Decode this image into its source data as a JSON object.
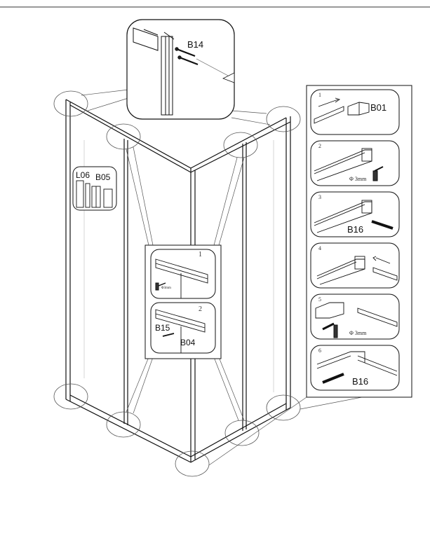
{
  "diagram": {
    "top_detail": {
      "part": "B14"
    },
    "left_detail": {
      "parts": [
        "L06",
        "B05"
      ]
    },
    "center_detail": {
      "steps": [
        {
          "number": "1",
          "note": "Φ3mm"
        },
        {
          "number": "2",
          "parts": [
            "B15",
            "B04"
          ]
        }
      ]
    },
    "right_panel": {
      "steps": [
        {
          "number": "1",
          "part": "B01",
          "note": ""
        },
        {
          "number": "2",
          "part": "",
          "note": "Φ 3mm"
        },
        {
          "number": "3",
          "part": "B16",
          "note": ""
        },
        {
          "number": "4",
          "part": "",
          "note": ""
        },
        {
          "number": "5",
          "part": "",
          "note": "Φ 3mm"
        },
        {
          "number": "6",
          "part": "B16",
          "note": ""
        }
      ]
    }
  }
}
